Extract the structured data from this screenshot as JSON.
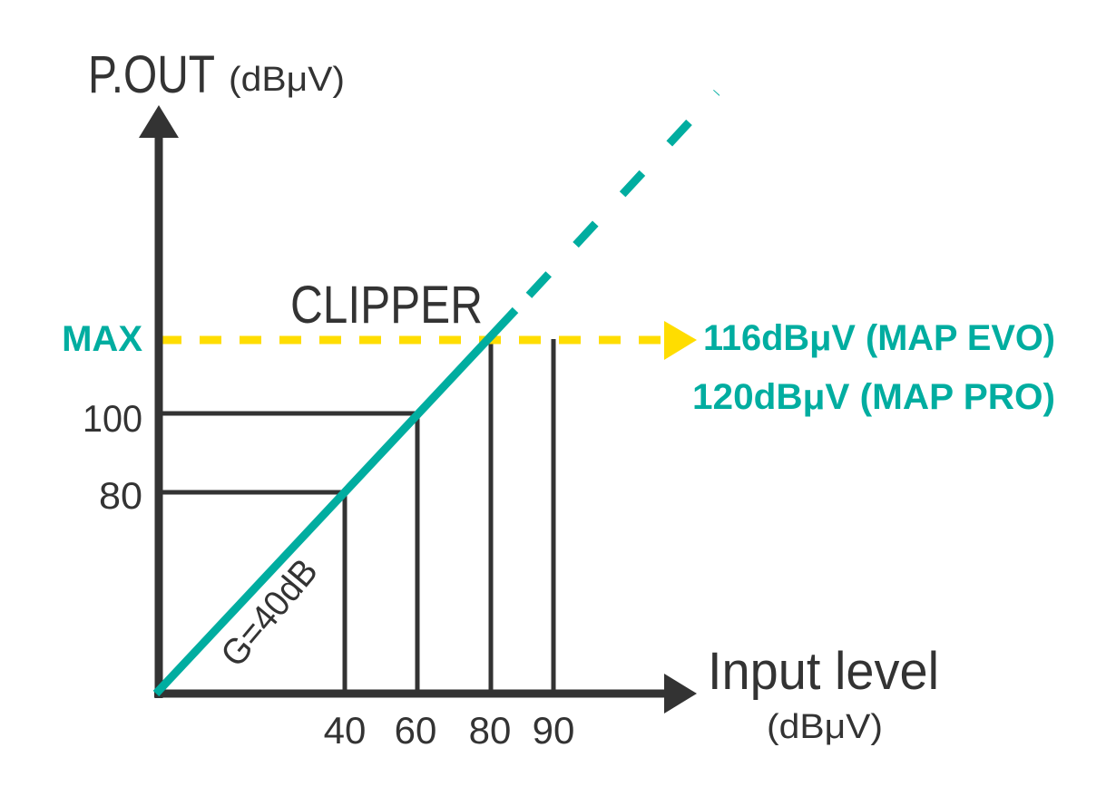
{
  "colors": {
    "axis": "#333333",
    "gain_line": "#00ADA0",
    "max_line": "#FFDD00",
    "accent_text": "#00ADA0"
  },
  "y_axis": {
    "title": "P.OUT",
    "unit": "(dBμV)",
    "ticks": [
      "100",
      "80"
    ],
    "max_label": "MAX"
  },
  "x_axis": {
    "title": "Input level",
    "unit": "(dBμV)",
    "ticks": [
      "40",
      "60",
      "80",
      "90"
    ]
  },
  "annotations": {
    "clipper": "CLIPPER",
    "gain": "G=40dB",
    "max_values": [
      "116dBμV (MAP EVO)",
      "120dBμV (MAP PRO)"
    ]
  }
}
